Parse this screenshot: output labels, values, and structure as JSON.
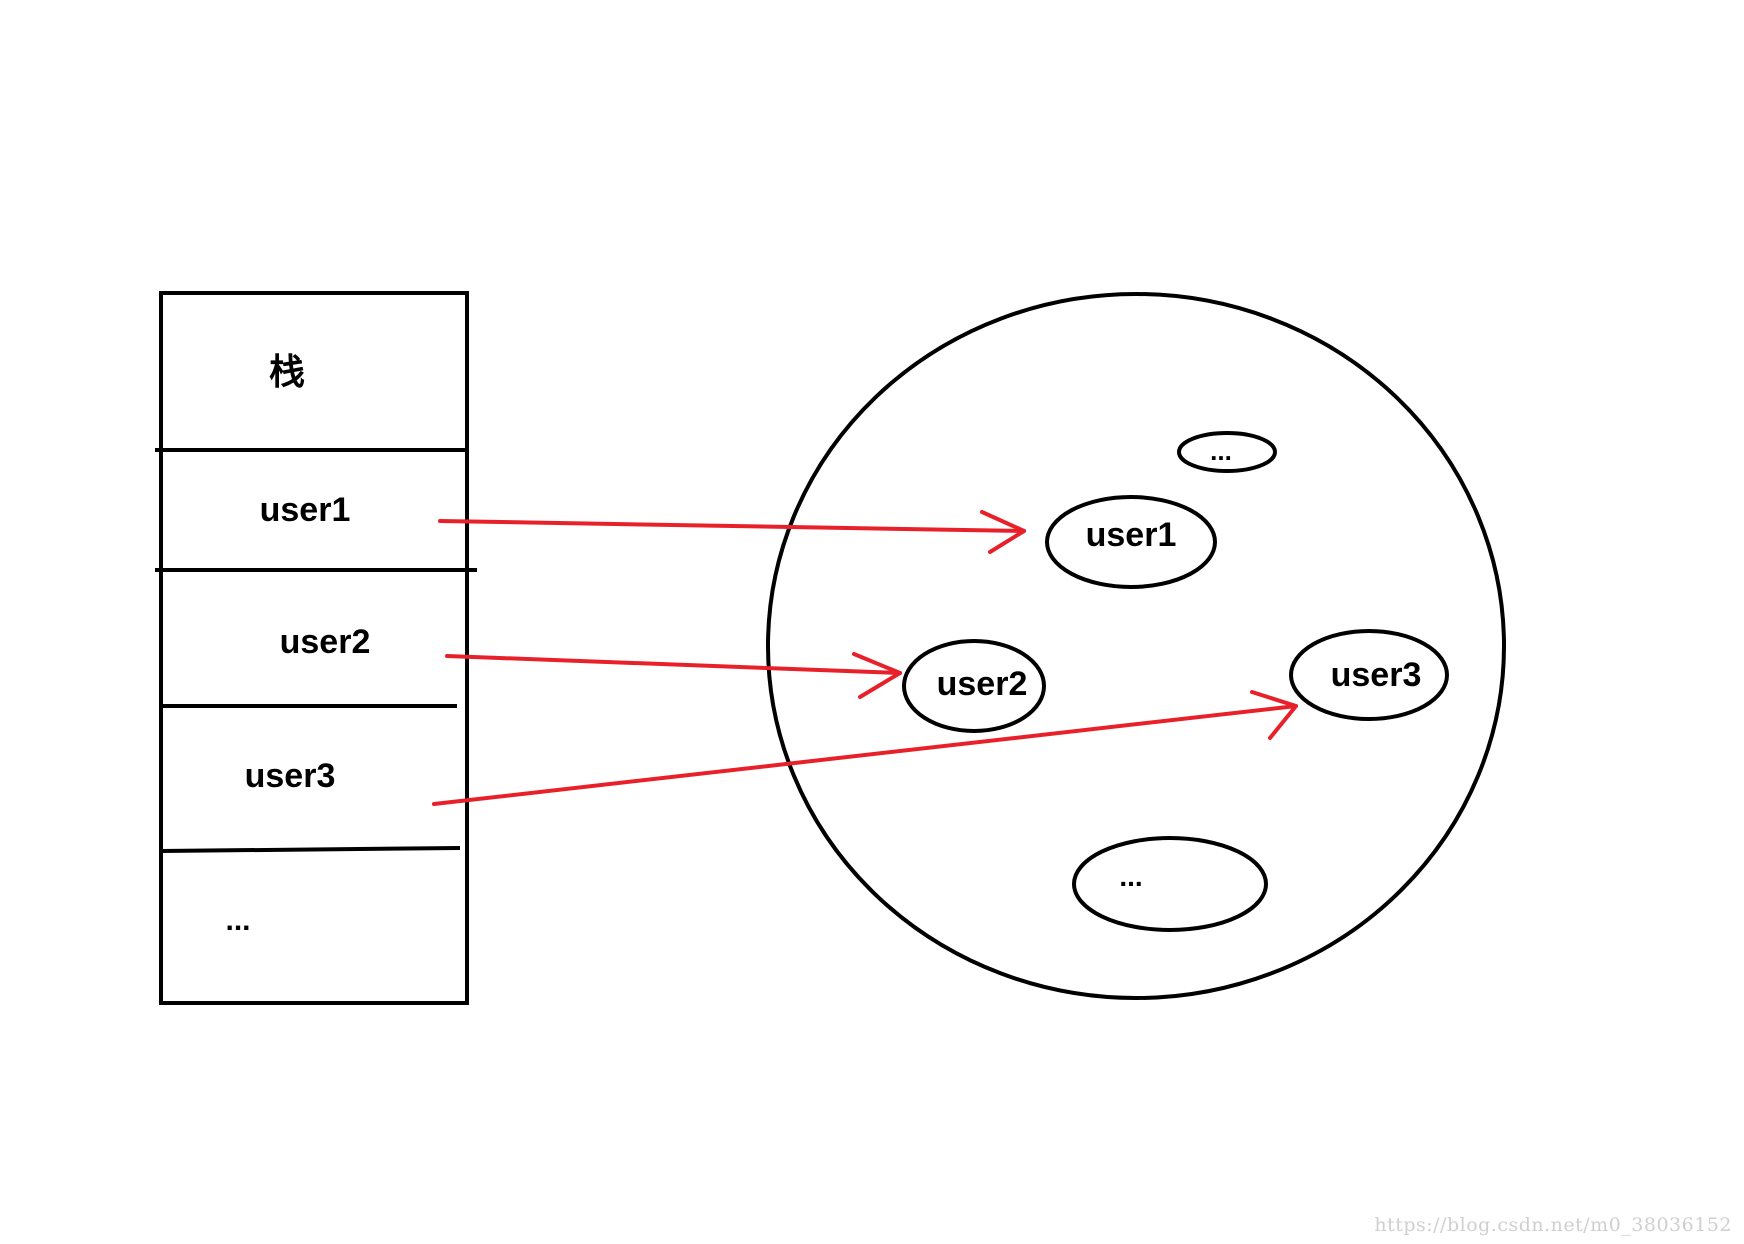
{
  "colors": {
    "stroke": "#000000",
    "arrow": "#e8202a",
    "background": "#ffffff",
    "watermark": "#cfcfcf"
  },
  "stack": {
    "title": "栈",
    "cells": [
      "user1",
      "user2",
      "user3",
      "..."
    ]
  },
  "heap": {
    "objects": [
      "...",
      "user1",
      "user2",
      "user3",
      "..."
    ]
  },
  "arrows": [
    {
      "from": "user1",
      "to": "user1"
    },
    {
      "from": "user2",
      "to": "user2"
    },
    {
      "from": "user3",
      "to": "user3"
    }
  ],
  "watermark": "https://blog.csdn.net/m0_38036152"
}
